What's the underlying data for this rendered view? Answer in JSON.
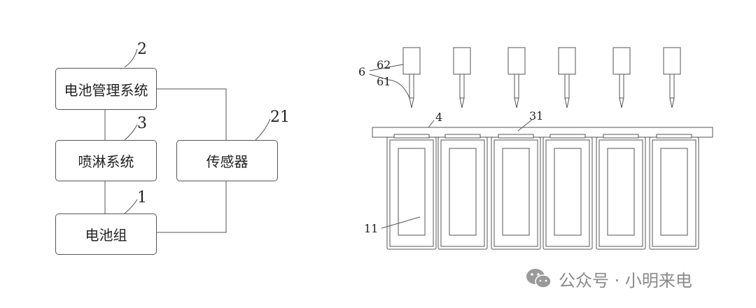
{
  "block_diagram": {
    "bms": {
      "label": "电池管理系统",
      "number": "2"
    },
    "spray": {
      "label": "喷淋系统",
      "number": "3"
    },
    "sensor": {
      "label": "传感器",
      "number": "21"
    },
    "pack": {
      "label": "电池组",
      "number": "1"
    }
  },
  "mechanical": {
    "label_6": "6",
    "label_62": "62",
    "label_61": "61",
    "label_4": "4",
    "label_31": "31",
    "label_11": "11",
    "nozzle_count": 6,
    "cell_count": 6
  },
  "watermark": {
    "logo_icon": "wechat-icon",
    "text": "公众号 · 小明来电"
  }
}
